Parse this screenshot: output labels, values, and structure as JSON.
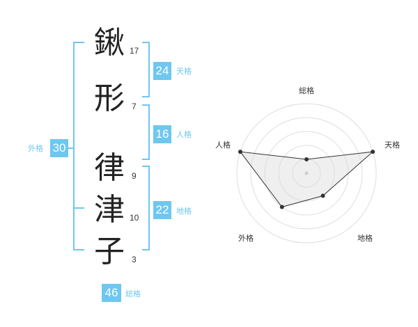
{
  "name_chars": [
    {
      "char": "鍬",
      "strokes": "17"
    },
    {
      "char": "形",
      "strokes": "7"
    },
    {
      "char": "律",
      "strokes": "9"
    },
    {
      "char": "津",
      "strokes": "10"
    },
    {
      "char": "子",
      "strokes": "3"
    }
  ],
  "kaku": {
    "ten": {
      "value": "24",
      "label": "天格"
    },
    "jin": {
      "value": "16",
      "label": "人格"
    },
    "chi": {
      "value": "22",
      "label": "地格"
    },
    "gai": {
      "value": "30",
      "label": "外格"
    },
    "sou": {
      "value": "46",
      "label": "総格"
    }
  },
  "colors": {
    "accent": "#6ec7f0",
    "text": "#222222"
  },
  "chart_data": {
    "type": "radar",
    "axes": [
      "総格",
      "天格",
      "地格",
      "外格",
      "人格"
    ],
    "levels": 5,
    "values": [
      1,
      5,
      2,
      3,
      5
    ],
    "max": 5
  }
}
